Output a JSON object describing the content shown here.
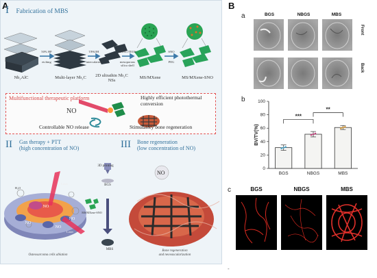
{
  "labels": {
    "A": "A",
    "B": "B",
    "C": "c",
    "Ba": "a",
    "Bb": "b"
  },
  "panelA": {
    "sec1_roman": "I",
    "sec1_title": "Fabrication of MBS",
    "steps": [
      {
        "name": "Nb₂AlC"
      },
      {
        "name": "Multi-layer Nb₂C"
      },
      {
        "name": "2D ultrathin Nb₂C NSs"
      },
      {
        "name": "MS/MXene"
      },
      {
        "name": "MS/MXene-SNO"
      }
    ],
    "arrows": [
      {
        "top": "50% HF",
        "bottom": "etching"
      },
      {
        "top": "TPAOH",
        "bottom": "intercalation"
      },
      {
        "top": "CTAC/TEOS",
        "bottom": "mesoporous silica shell"
      },
      {
        "top": "SNO",
        "bottom": "PEG"
      }
    ],
    "platform_title": "Multifunctional therapeutic platform",
    "photothermal": "Highly efficient photothermal conversion",
    "no_release_symbol": "NO",
    "no_release": "Controllable NO release",
    "bone_regen": "Stimulatory bone regeneration",
    "sec2_roman": "II",
    "sec2_title_1": "Gas therapy + PTT",
    "sec2_title_2": "(high concentration of NO)",
    "sec3_roman": "III",
    "sec3_title_1": "Bone regeneration",
    "sec3_title_2": "(low concentration of NO)",
    "printing": "3D printing",
    "bgs": "BGS",
    "msmx": "MS/MXene-SNO",
    "mbs": "MBS",
    "laser": "Laser",
    "h2o": "H₂O",
    "no_tags": [
      "NO",
      "NO",
      "NO",
      "NO",
      "NO"
    ],
    "caption_left": "Osteosarcoma cells ablation",
    "caption_right_1": "Bone regeneration",
    "caption_right_2": "and neovascularization"
  },
  "panelB": {
    "groups": [
      "BGS",
      "NBGS",
      "MBS"
    ],
    "rows": [
      "Front",
      "Back"
    ]
  },
  "chart_data": {
    "type": "bar",
    "categories": [
      "BGS",
      "NBGS",
      "MBS"
    ],
    "values": [
      31,
      51,
      61
    ],
    "errors": [
      4,
      4,
      3
    ],
    "ylabel": "BV/TV(%)",
    "ylim": [
      0,
      100
    ],
    "yticks": [
      0,
      20,
      40,
      60,
      80,
      100
    ],
    "significance": [
      {
        "from": "BGS",
        "to": "NBGS",
        "label": "***"
      },
      {
        "from": "NBGS",
        "to": "MBS",
        "label": "**"
      }
    ],
    "point_colors": [
      "#4aa3c7",
      "#c0407a",
      "#d69a3a"
    ]
  },
  "panelC": {
    "groups": [
      "BGS",
      "NBGS",
      "MBS"
    ],
    "footnote": "-"
  },
  "colors": {
    "accent": "#2f6f9a",
    "red": "#d64545",
    "vessel": "#e0302a"
  }
}
